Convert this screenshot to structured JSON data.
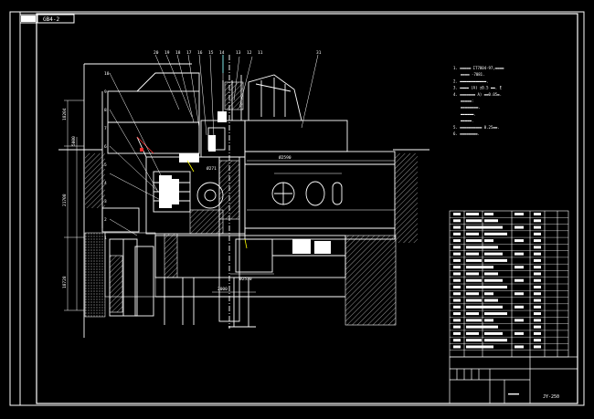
{
  "drawing": {
    "colors": {
      "background": "#000000",
      "line": "#ffffff",
      "accent_yellow": "#ffff00",
      "accent_red": "#ff3030",
      "accent_cyan": "#00ffff"
    },
    "corner_tag": "GB4-2",
    "dimensions": {
      "d_top_hatch": "Ø271",
      "d_mid_label": "Ø2590",
      "d_lower_label": "Ø2530",
      "d_bottom_label": "2000"
    },
    "left_dims": [
      "18204",
      "5000",
      "21708",
      "18728"
    ],
    "notes": [
      "1. ▬▬▬▬▬ IT7804-97,▬▬▬▬",
      "▬▬▬▬ -7081.",
      "2. ▬▬▬▬▬▬▬▬▬▬▬▬.",
      "3. ▬▬▬▬ (A) ±0.5 ▬▬. E",
      "4. ▬▬▬▬▬▬▬ A) ▬▬0.05▬.",
      "▬▬▬▬▬:",
      "▬▬▬▬▬▬▬▬.",
      "▬▬▬▬▬▬.",
      "▬▬▬▬▬.",
      "5. ▬▬▬▬▬▬▬▬▬▬ 0.25▬▬.",
      "6. ▬▬▬▬▬▬▬▬."
    ],
    "title_block": {
      "title": "▬▬▬▬",
      "drawing_no": "JY-250"
    },
    "balloons_top": [
      "20",
      "19",
      "18",
      "17",
      "16",
      "15",
      "14",
      "13",
      "12",
      "11"
    ],
    "balloons_left": [
      "10",
      "9",
      "8",
      "7",
      "6",
      "5",
      "4",
      "3",
      "2",
      "1"
    ],
    "balloon_right": "31"
  }
}
